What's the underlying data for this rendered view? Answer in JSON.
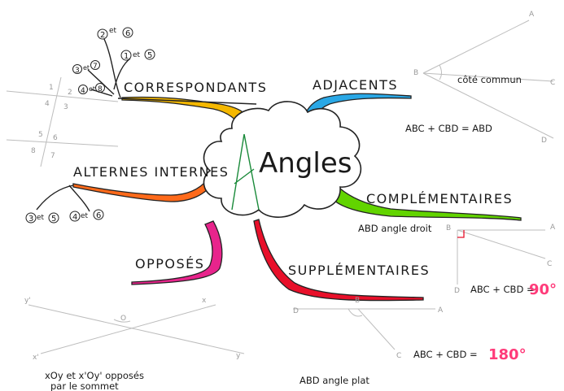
{
  "title": "Angles",
  "branches": {
    "correspondants": {
      "label": "CORRESPONDANTS",
      "color": "#f5b800"
    },
    "adjacents": {
      "label": "ADJACENTS",
      "color": "#2aa8e6"
    },
    "complementaires": {
      "label": "COMPLÉMENTAIRES",
      "color": "#62d400"
    },
    "supplementaires": {
      "label": "SUPPLÉMENTAIRES",
      "color": "#e8102a"
    },
    "opposes": {
      "label": "OPPOSÉS",
      "color": "#e8248c"
    },
    "alternes": {
      "label": "ALTERNES INTERNES",
      "color": "#ff6a1a"
    }
  },
  "correspondants_pairs": [
    {
      "a": "2",
      "b": "6"
    },
    {
      "a": "1",
      "b": "5"
    },
    {
      "a": "3",
      "b": "7"
    },
    {
      "a": "4",
      "b": "8"
    }
  ],
  "alternes_pairs": [
    {
      "a": "3",
      "b": "5"
    },
    {
      "a": "4",
      "b": "6"
    }
  ],
  "pair_connector": "et",
  "adjacents_figure": {
    "A": "A",
    "B": "B",
    "C": "C",
    "D": "D",
    "common_side": "côté commun",
    "formula": "ABC + CBD = ABD"
  },
  "complementaires_figure": {
    "caption": "ABD angle droit",
    "A": "A",
    "B": "B",
    "C": "C",
    "D": "D",
    "formula": "ABC + CBD =",
    "result": "90°"
  },
  "supplementaires_figure": {
    "caption": "ABD angle plat",
    "A": "A",
    "B": "B",
    "C": "C",
    "D": "D",
    "formula": "ABC + CBD =",
    "result": "180°"
  },
  "opposes_figure": {
    "x": "x",
    "y": "y",
    "x_prime": "x'",
    "y_prime": "y'",
    "O": "O",
    "caption_line1": "xOy et x'Oy' opposés",
    "caption_line2": "par le sommet"
  },
  "parallel_numbers_top": [
    "1",
    "2",
    "3",
    "4"
  ],
  "parallel_numbers_bottom": [
    "5",
    "6",
    "7",
    "8"
  ]
}
